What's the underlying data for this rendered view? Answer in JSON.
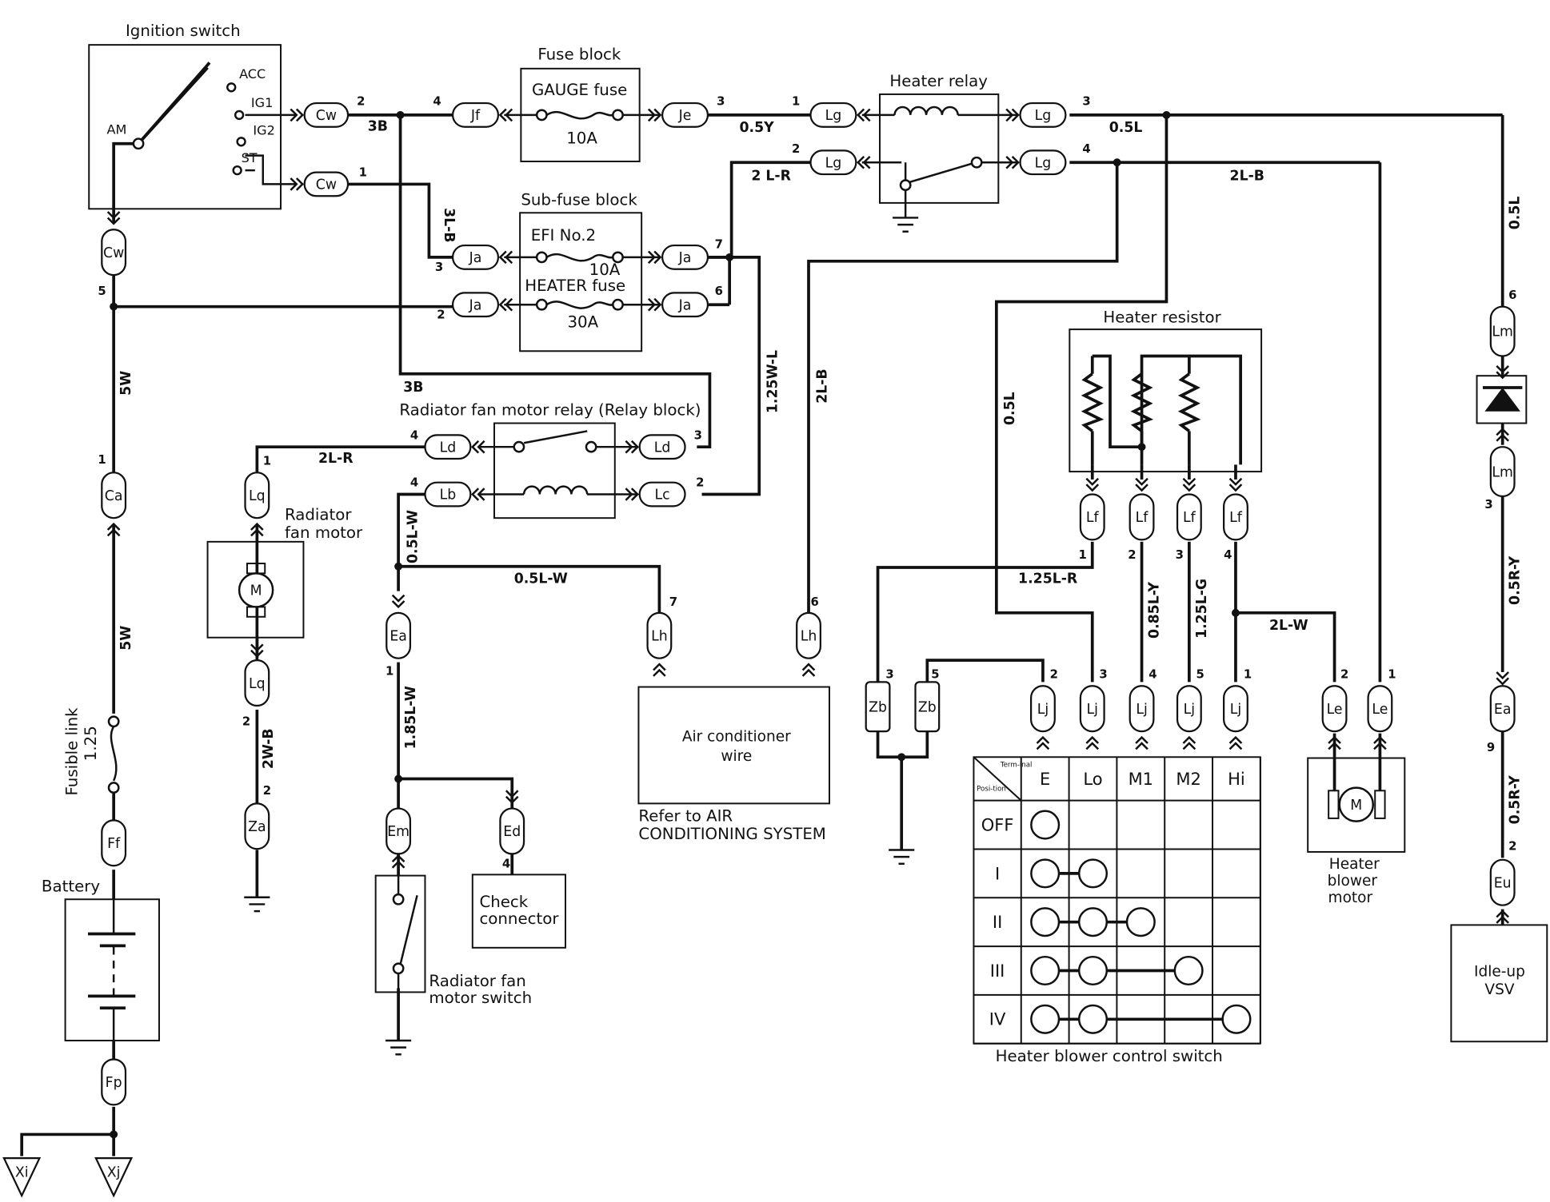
{
  "components": {
    "ignition_switch": {
      "title": "Ignition switch",
      "terminals": [
        "ACC",
        "IG1",
        "IG2",
        "ST",
        "AM"
      ]
    },
    "fuse_block": {
      "title": "Fuse block",
      "fuse_name": "GAUGE fuse",
      "rating": "10A"
    },
    "sub_fuse_block": {
      "title": "Sub-fuse block",
      "fuse1_name": "EFI No.2",
      "fuse1_rating": "10A",
      "fuse2_name": "HEATER fuse",
      "fuse2_rating": "30A"
    },
    "heater_relay": {
      "title": "Heater relay"
    },
    "heater_resistor": {
      "title": "Heater resistor"
    },
    "radiator_fan_relay": {
      "title": "Radiator fan motor relay (Relay block)"
    },
    "radiator_fan_motor": {
      "line1": "Radiator",
      "line2": "fan motor",
      "symbol": "M"
    },
    "air_conditioner_wire": {
      "line1": "Air conditioner",
      "line2": "wire"
    },
    "ac_reference": {
      "line1": "Refer to AIR",
      "line2": "CONDITIONING SYSTEM"
    },
    "check_connector": {
      "line1": "Check",
      "line2": "connector"
    },
    "radiator_fan_switch": {
      "line1": "Radiator fan",
      "line2": "motor switch"
    },
    "battery": {
      "title": "Battery"
    },
    "fusible_link": {
      "line1": "Fusible link",
      "line2": "1.25"
    },
    "heater_blower_motor": {
      "line1": "Heater",
      "line2": "blower",
      "line3": "motor",
      "symbol": "M"
    },
    "idle_up_vsv": {
      "line1": "Idle-up",
      "line2": "VSV"
    },
    "heater_blower_control_switch": {
      "title": "Heater blower control switch"
    }
  },
  "connectors": {
    "cw": "Cw",
    "jf": "Jf",
    "je": "Je",
    "lg": "Lg",
    "ja": "Ja",
    "ld": "Ld",
    "lb": "Lb",
    "lc": "Lc",
    "lq": "Lq",
    "ea": "Ea",
    "em": "Em",
    "ed": "Ed",
    "lh": "Lh",
    "za": "Za",
    "ca": "Ca",
    "ff": "Ff",
    "fp": "Fp",
    "xi": "Xi",
    "xj": "Xj",
    "lf": "Lf",
    "zb": "Zb",
    "lj": "Lj",
    "le": "Le",
    "lm": "Lm",
    "eu": "Eu"
  },
  "wire_labels": {
    "w_3b_top": "3B",
    "w_05y": "0.5Y",
    "w_05l_top": "0.5L",
    "w_2lr_top": "2 L-R",
    "w_2lb_top": "2L-B",
    "w_3lb": "3L-B",
    "w_3b_mid": "3B",
    "w_125wl": "1.25W-L",
    "w_2lb_v": "2L-B",
    "w_2lr_mid": "2L-R",
    "w_05lw_v": "0.5L-W",
    "w_05lw_h": "0.5L-W",
    "w_185lw": "1.85L-W",
    "w_2wb": "2W-B",
    "w_5w_a": "5W",
    "w_5w_b": "5W",
    "w_05l_mid": "0.5L",
    "w_125lr": "1.25L-R",
    "w_085ly": "0.85L-Y",
    "w_125lg": "1.25L-G",
    "w_2lw": "2L-W",
    "w_05l_right": "0.5L",
    "w_05ry_a": "0.5R-Y",
    "w_05ry_b": "0.5R-Y"
  },
  "pins": {
    "ign_cw_top": "2",
    "ign_cw_bot": "1",
    "jf": "4",
    "je": "3",
    "lg_tl": "1",
    "lg_bl": "2",
    "lg_tr": "3",
    "lg_br": "4",
    "ja_t_left": "3",
    "ja_b_left": "2",
    "ja_t_right": "7",
    "ja_b_right": "6",
    "ld_left": "4",
    "ld_right": "3",
    "lb_left": "4",
    "lc_right": "2",
    "lq_top": "1",
    "lq_bot": "2",
    "za": "2",
    "ea": "1",
    "ed": "4",
    "lh_left": "7",
    "lh_right": "6",
    "cw_side": "5",
    "ca": "1",
    "lf_1": "1",
    "lf_2": "2",
    "lf_3": "3",
    "lf_4": "4",
    "zb_l": "3",
    "zb_r": "5",
    "lj_1": "2",
    "lj_2": "3",
    "lj_3": "4",
    "lj_4": "5",
    "lj_5": "1",
    "le_l": "2",
    "le_r": "1",
    "lm_top": "6",
    "lm_bot": "3",
    "ea_r": "9",
    "eu": "2"
  },
  "switch_table": {
    "header_term": "Term-inal",
    "header_pos": "Posi-tion",
    "columns": [
      "E",
      "Lo",
      "M1",
      "M2",
      "Hi"
    ],
    "rows": [
      {
        "position": "OFF",
        "connected": [
          0
        ]
      },
      {
        "position": "I",
        "connected": [
          0,
          1
        ]
      },
      {
        "position": "II",
        "connected": [
          0,
          1,
          2
        ]
      },
      {
        "position": "III",
        "connected": [
          0,
          1,
          3
        ]
      },
      {
        "position": "IV",
        "connected": [
          0,
          1,
          4
        ]
      }
    ]
  }
}
